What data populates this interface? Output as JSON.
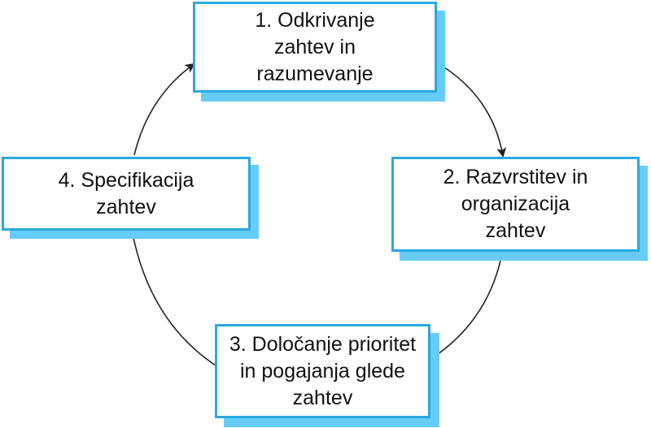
{
  "diagram": {
    "steps": [
      {
        "label": "1. Odkrivanje\nzahtev in\nrazumevanje"
      },
      {
        "label": "2. Razvrstitev in\norganizacija\nzahtev"
      },
      {
        "label": "3. Določanje prioritet\nin pogajanja glede\nzahtev"
      },
      {
        "label": "4. Specifikacija\nzahtev"
      }
    ],
    "colors": {
      "box_border": "#29a9e0",
      "box_shadow": "#66ccf5",
      "arrow": "#222222",
      "text": "#111111"
    }
  }
}
